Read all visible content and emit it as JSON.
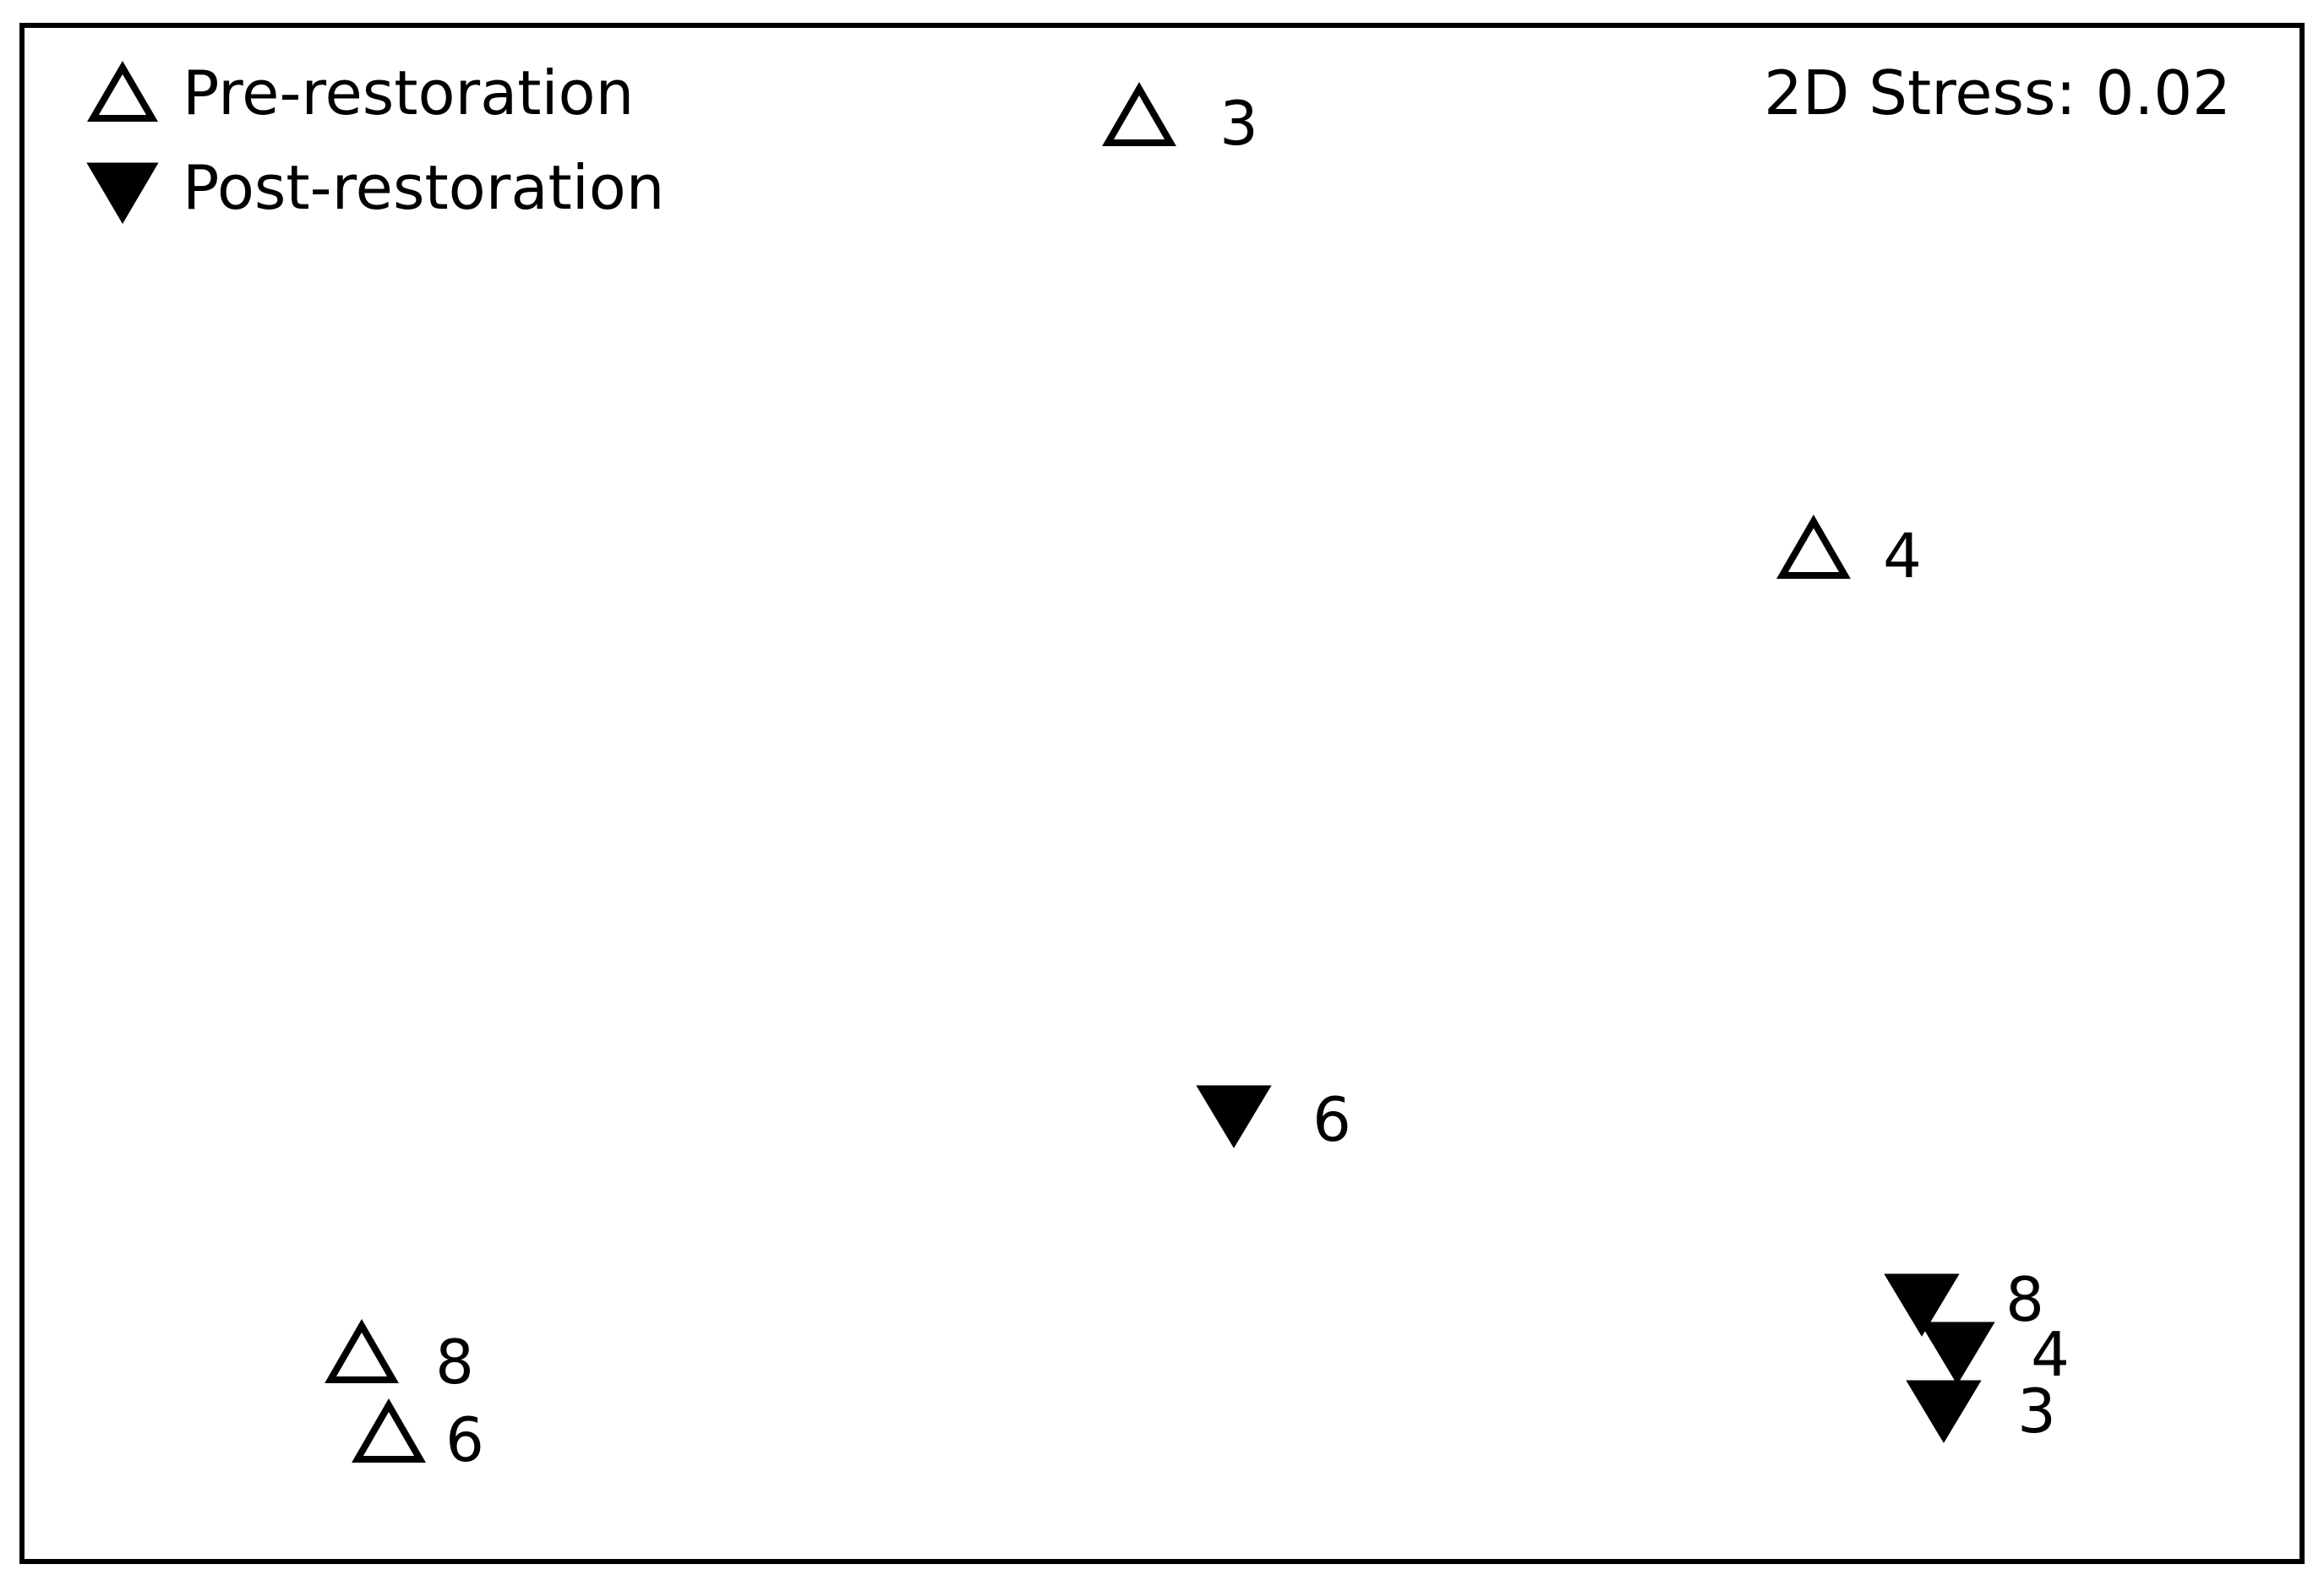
{
  "chart_data": {
    "type": "scatter",
    "title": "",
    "xlabel": "",
    "ylabel": "",
    "grid": false,
    "axes_visible": false,
    "legend_position": "top-left",
    "stress_label": "2D Stress: 0.02",
    "xlim": [
      0,
      2750
    ],
    "ylim": [
      0,
      1877
    ],
    "series": [
      {
        "name": "Pre-restoration",
        "marker": "triangle-up-open",
        "color": "#000000",
        "points": [
          {
            "label": "3",
            "x": 1348,
            "y": 1736
          },
          {
            "label": "4",
            "x": 2146,
            "y": 1224
          },
          {
            "label": "8",
            "x": 428,
            "y": 272
          },
          {
            "label": "6",
            "x": 460,
            "y": 178
          }
        ]
      },
      {
        "name": "Post-restoration",
        "marker": "triangle-down-filled",
        "color": "#000000",
        "points": [
          {
            "label": "6",
            "x": 1460,
            "y": 557
          },
          {
            "label": "8",
            "x": 2274,
            "y": 334
          },
          {
            "label": "4",
            "x": 2316,
            "y": 277
          },
          {
            "label": "3",
            "x": 2300,
            "y": 208
          }
        ]
      }
    ]
  }
}
